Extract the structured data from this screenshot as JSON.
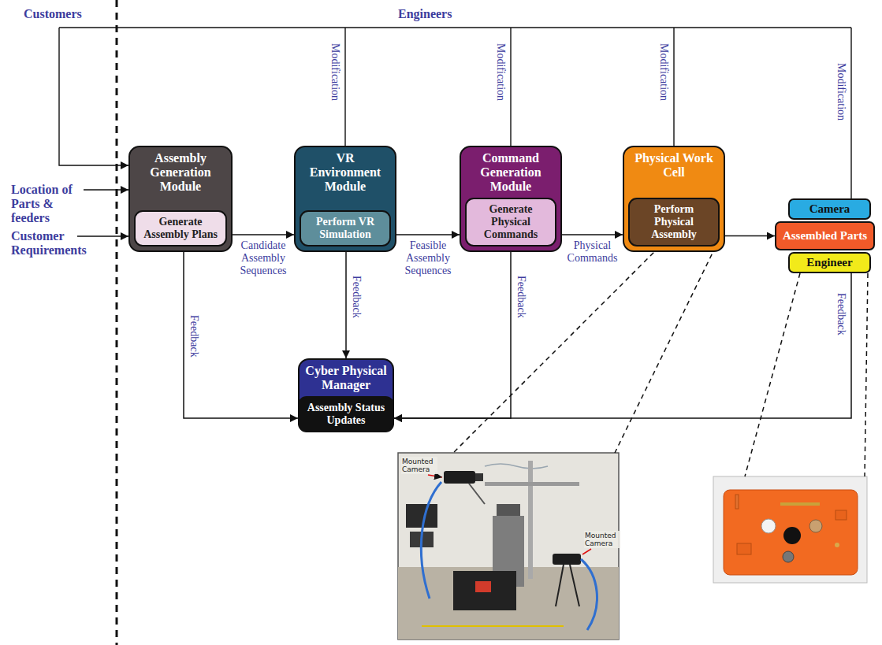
{
  "diagram": {
    "nodes": [
      {
        "text": [
          "Assembly Generation Module"
        ]
      },
      {
        "text": [
          "Generate Assembly Plans"
        ],
        "in": 0
      },
      {
        "text": [
          "VR Environment Module"
        ]
      },
      {
        "text": [
          "Perform VR Simulation"
        ],
        "in": 2
      },
      {
        "text": [
          "Command Generation Module"
        ]
      },
      {
        "text": [
          "Generate Physical Commands"
        ],
        "in": 4
      },
      {
        "text": [
          "Physical Work Cell"
        ]
      },
      {
        "text": [
          "Perform Physical Assembly"
        ],
        "in": 6
      },
      {
        "text": [
          "Camera"
        ]
      },
      {
        "text": [
          "Assembled Parts"
        ]
      },
      {
        "text": [
          "Engineer"
        ]
      },
      {
        "text": [
          "Cyber Physical Manager"
        ]
      },
      {
        "text": [
          "Assembly Status Updates"
        ],
        "in": 11
      }
    ],
    "edges": [
      {
        "from": 0,
        "to": 2,
        "label": "Candidate Assembly Sequences",
        "arrow": "to"
      },
      {
        "from": 2,
        "to": 4,
        "label": "Feasible Assembly Sequences",
        "arrow": "to"
      },
      {
        "from": 4,
        "to": 6,
        "label": "Physical Commands",
        "arrow": "to"
      },
      {
        "from": 6,
        "to": 9,
        "arrow": "to"
      },
      {
        "from": 0,
        "to": 11,
        "label": "Feedback",
        "arrow": "to"
      },
      {
        "from": 2,
        "to": 11,
        "label": "Feedback",
        "arrow": "to"
      },
      {
        "from": 4,
        "to": 11,
        "label": "Feedback",
        "arrow": "to"
      },
      {
        "from": 10,
        "to": 11,
        "label": "Feedback",
        "arrow": "to"
      }
    ],
    "labels": [
      "Customers",
      "Engineers",
      "Location of Parts & feeders",
      "Customer Requirements",
      "Modification",
      "Modification",
      "Modification",
      "Modification",
      "Mounted Camera",
      "Mounted Camera"
    ]
  }
}
